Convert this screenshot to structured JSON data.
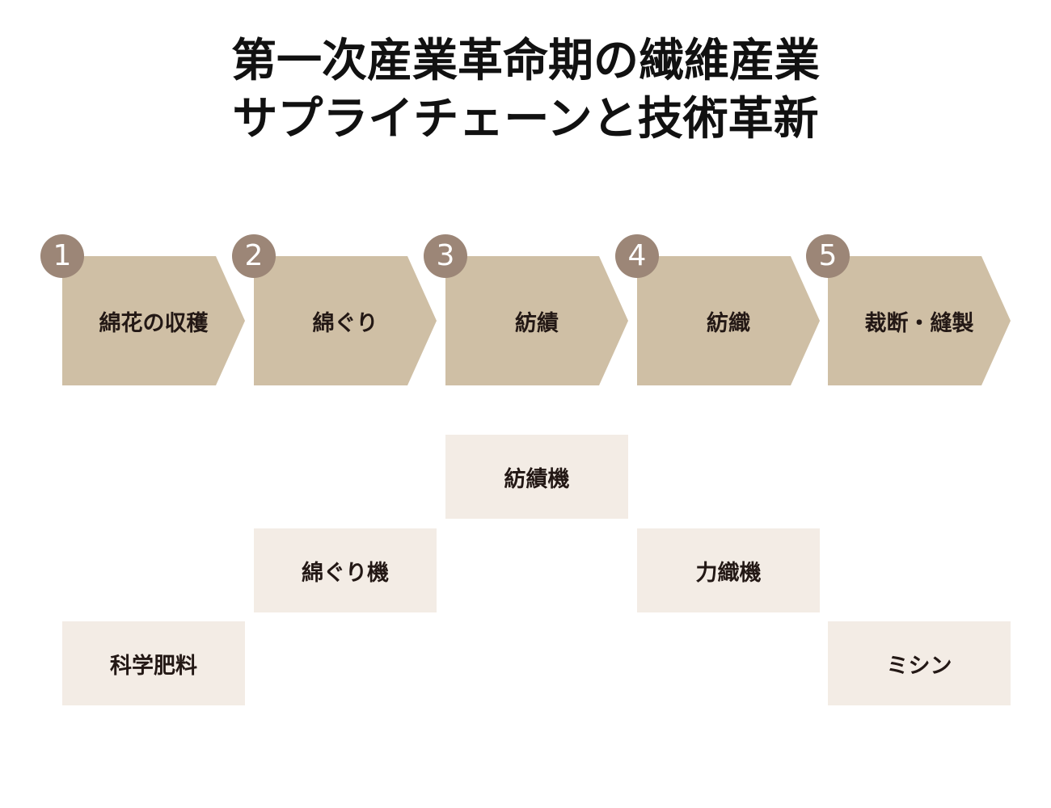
{
  "title": {
    "line1": "第一次産業革命期の繊維産業",
    "line2": "サプライチェーンと技術革新"
  },
  "colors": {
    "chevron": "#cfbfa5",
    "badge": "#9c8677",
    "tech_box": "#f3ece5"
  },
  "steps": [
    {
      "number": "1",
      "label": "綿花の収穫"
    },
    {
      "number": "2",
      "label": "綿ぐり"
    },
    {
      "number": "3",
      "label": "紡績"
    },
    {
      "number": "4",
      "label": "紡織"
    },
    {
      "number": "5",
      "label": "裁断・縫製"
    }
  ],
  "technologies": [
    {
      "step": 1,
      "label": "科学肥料"
    },
    {
      "step": 2,
      "label": "綿ぐり機"
    },
    {
      "step": 3,
      "label": "紡績機"
    },
    {
      "step": 4,
      "label": "力織機"
    },
    {
      "step": 5,
      "label": "ミシン"
    }
  ]
}
